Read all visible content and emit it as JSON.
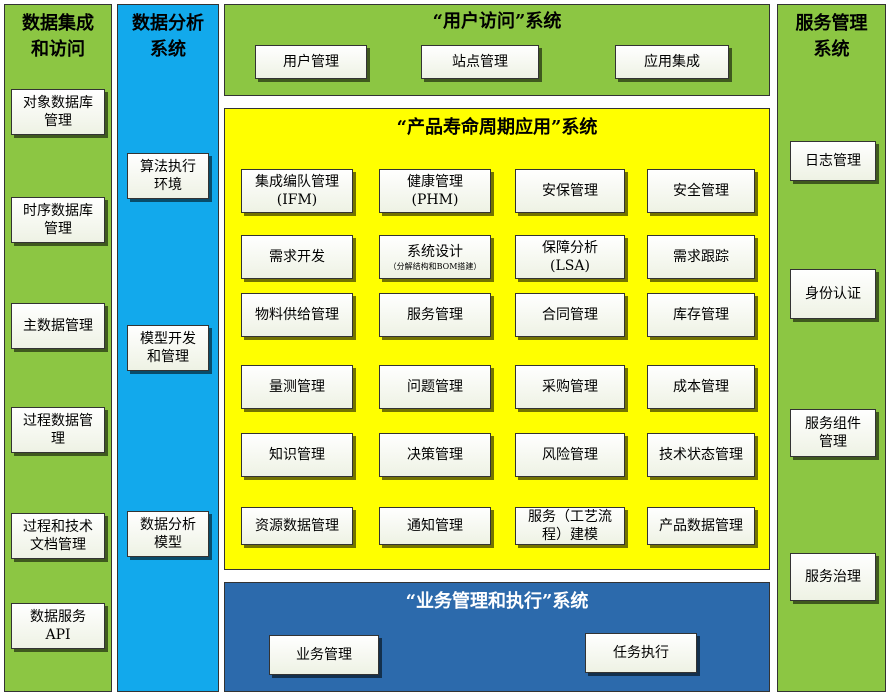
{
  "left_panel": {
    "title_line1": "数据集成",
    "title_line2": "和访问",
    "items": [
      {
        "line1": "对象数据库",
        "line2": "管理"
      },
      {
        "line1": "时序数据库",
        "line2": "管理"
      },
      {
        "line1": "主数据管理",
        "line2": ""
      },
      {
        "line1": "过程数据管",
        "line2": "理"
      },
      {
        "line1": "过程和技术",
        "line2": "文档管理"
      },
      {
        "line1": "数据服务",
        "line2": "API"
      }
    ]
  },
  "analysis_panel": {
    "title_line1": "数据分析",
    "title_line2": "系统",
    "items": [
      {
        "line1": "算法执行",
        "line2": "环境"
      },
      {
        "line1": "模型开发",
        "line2": "和管理"
      },
      {
        "line1": "数据分析",
        "line2": "模型"
      }
    ]
  },
  "user_access": {
    "title": "“用户访问”系统",
    "items": [
      "用户管理",
      "站点管理",
      "应用集成"
    ]
  },
  "plm": {
    "title": "“产品寿命周期应用”系统",
    "rows": [
      [
        {
          "line1": "集成编队管理",
          "line2": "(IFM)",
          "sub": ""
        },
        {
          "line1": "健康管理",
          "line2": "(PHM)",
          "sub": ""
        },
        {
          "line1": "安保管理",
          "line2": "",
          "sub": ""
        },
        {
          "line1": "安全管理",
          "line2": "",
          "sub": ""
        }
      ],
      [
        {
          "line1": "需求开发",
          "line2": "",
          "sub": ""
        },
        {
          "line1": "系统设计",
          "line2": "",
          "sub": "（分解结构和BOM搭建）"
        },
        {
          "line1": "保障分析",
          "line2": "(LSA)",
          "sub": ""
        },
        {
          "line1": "需求跟踪",
          "line2": "",
          "sub": ""
        }
      ],
      [
        {
          "line1": "物料供给管理",
          "line2": "",
          "sub": ""
        },
        {
          "line1": "服务管理",
          "line2": "",
          "sub": ""
        },
        {
          "line1": "合同管理",
          "line2": "",
          "sub": ""
        },
        {
          "line1": "库存管理",
          "line2": "",
          "sub": ""
        }
      ],
      [
        {
          "line1": "量测管理",
          "line2": "",
          "sub": ""
        },
        {
          "line1": "问题管理",
          "line2": "",
          "sub": ""
        },
        {
          "line1": "采购管理",
          "line2": "",
          "sub": ""
        },
        {
          "line1": "成本管理",
          "line2": "",
          "sub": ""
        }
      ],
      [
        {
          "line1": "知识管理",
          "line2": "",
          "sub": ""
        },
        {
          "line1": "决策管理",
          "line2": "",
          "sub": ""
        },
        {
          "line1": "风险管理",
          "line2": "",
          "sub": ""
        },
        {
          "line1": "技术状态管理",
          "line2": "",
          "sub": ""
        }
      ],
      [
        {
          "line1": "资源数据管理",
          "line2": "",
          "sub": ""
        },
        {
          "line1": "通知管理",
          "line2": "",
          "sub": ""
        },
        {
          "line1": "服务（工艺流",
          "line2": "程）建模",
          "sub": ""
        },
        {
          "line1": "产品数据管理",
          "line2": "",
          "sub": ""
        }
      ]
    ]
  },
  "business": {
    "title": "“业务管理和执行”系统",
    "items": [
      "业务管理",
      "任务执行"
    ]
  },
  "service_panel": {
    "title_line1": "服务管理",
    "title_line2": "系统",
    "items": [
      {
        "line1": "日志管理",
        "line2": ""
      },
      {
        "line1": "身份认证",
        "line2": ""
      },
      {
        "line1": "服务组件",
        "line2": "管理"
      },
      {
        "line1": "服务治理",
        "line2": ""
      }
    ]
  },
  "colors": {
    "green": "#8cc643",
    "blue": "#12a9ec",
    "yellow": "#ffff00",
    "dark_blue": "#2c6aac"
  }
}
